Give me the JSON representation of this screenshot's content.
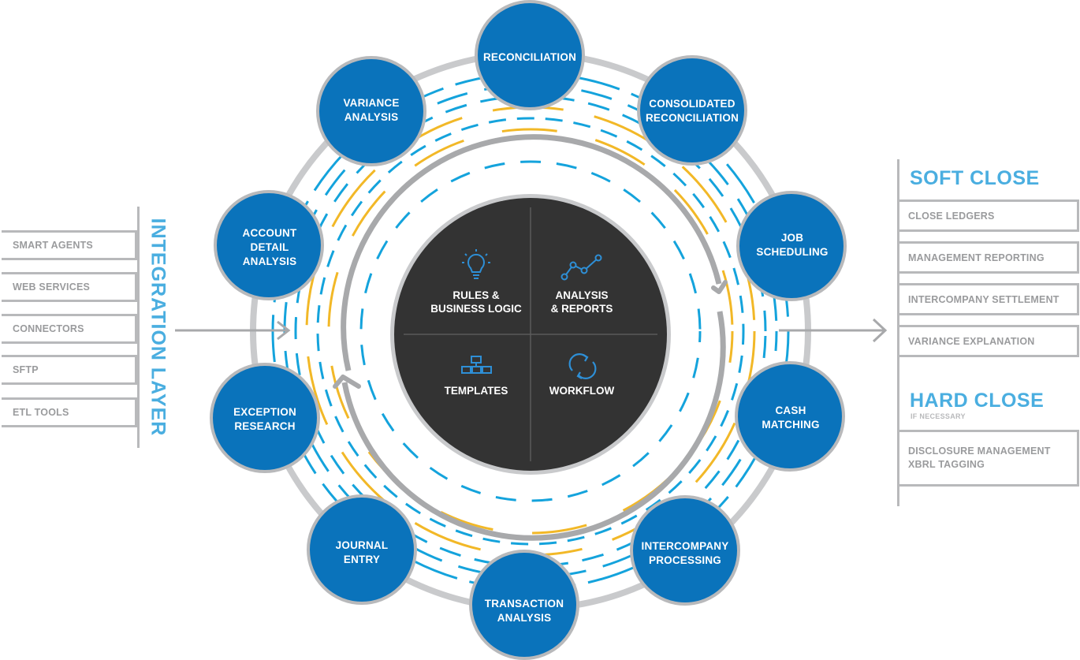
{
  "integration": {
    "title": "INTEGRATION LAYER",
    "items": [
      "SMART AGENTS",
      "WEB SERVICES",
      "CONNECTORS",
      "SFTP",
      "ETL TOOLS"
    ]
  },
  "cycle_nodes": {
    "reconciliation": [
      "RECONCILIATION"
    ],
    "consolidated": [
      "CONSOLIDATED",
      "RECONCILIATION"
    ],
    "job_scheduling": [
      "JOB",
      "SCHEDULING"
    ],
    "cash_matching": [
      "CASH",
      "MATCHING"
    ],
    "intercompany": [
      "INTERCOMPANY",
      "PROCESSING"
    ],
    "transaction": [
      "TRANSACTION",
      "ANALYSIS"
    ],
    "journal": [
      "JOURNAL",
      "ENTRY"
    ],
    "exception": [
      "EXCEPTION",
      "RESEARCH"
    ],
    "account_detail": [
      "ACCOUNT",
      "DETAIL",
      "ANALYSIS"
    ],
    "variance": [
      "VARIANCE",
      "ANALYSIS"
    ]
  },
  "core": {
    "rules": [
      "RULES &",
      "BUSINESS LOGIC"
    ],
    "analysis": [
      "ANALYSIS",
      "& REPORTS"
    ],
    "templates": [
      "TEMPLATES"
    ],
    "workflow": [
      "WORKFLOW"
    ]
  },
  "icons": {
    "rules": "lightbulb-icon",
    "analysis": "line-chart-icon",
    "templates": "hierarchy-icon",
    "workflow": "refresh-icon"
  },
  "soft_close": {
    "title": "SOFT CLOSE",
    "items": [
      "CLOSE LEDGERS",
      "MANAGEMENT REPORTING",
      "INTERCOMPANY SETTLEMENT",
      "VARIANCE EXPLANATION"
    ]
  },
  "hard_close": {
    "title": "HARD CLOSE",
    "subtitle": "IF NECESSARY",
    "items": [
      "DISCLOSURE MANAGEMENT",
      "XBRL TAGGING"
    ]
  },
  "colors": {
    "node_blue": "#0a73bb",
    "accent_blue": "#4aaee0",
    "dash_blue": "#14a3dc",
    "dash_yellow": "#f2b827",
    "gray": "#b8b9bb",
    "core_dark": "#333333"
  }
}
